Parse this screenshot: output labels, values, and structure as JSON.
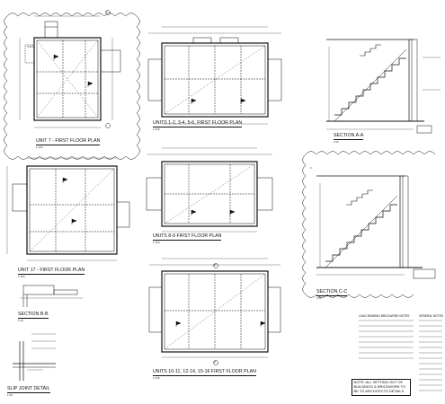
{
  "titles": {
    "unit7": "UNIT 7 - FIRST FLOOR PLAN",
    "units1_6": "UNITS 1-2, 3-4, 5-6, FIRST FLOOR PLAN",
    "sectionAA": "SECTION A-A",
    "unit17": "UNIT 17 - FIRST FLOOR PLAN",
    "units8_9": "UNITS 8-9 FIRST FLOOR PLAN",
    "sectionCC": "SECTION C-C",
    "sectionBB": "SECTION B-B",
    "units10_16": "UNITS 10-11, 12-14, 15-16 FIRST FLOOR PLAN",
    "slipJoint": "SLIP JOINT DETAIL"
  },
  "scales": {
    "s100": "1:100",
    "s50": "1:50",
    "s20": "1:20"
  },
  "notes": {
    "box_text": "NOTE: ALL SETTING OUT OF BUILDINGS & BRICKWORK TO BE TO ARCHITECTS DETAILS",
    "loadbearing_head": "LOAD BEARING BRICKWORK NOTES",
    "general_head": "GENERAL NOTES"
  },
  "markers": {
    "A": "A",
    "B": "B",
    "C": "C"
  }
}
